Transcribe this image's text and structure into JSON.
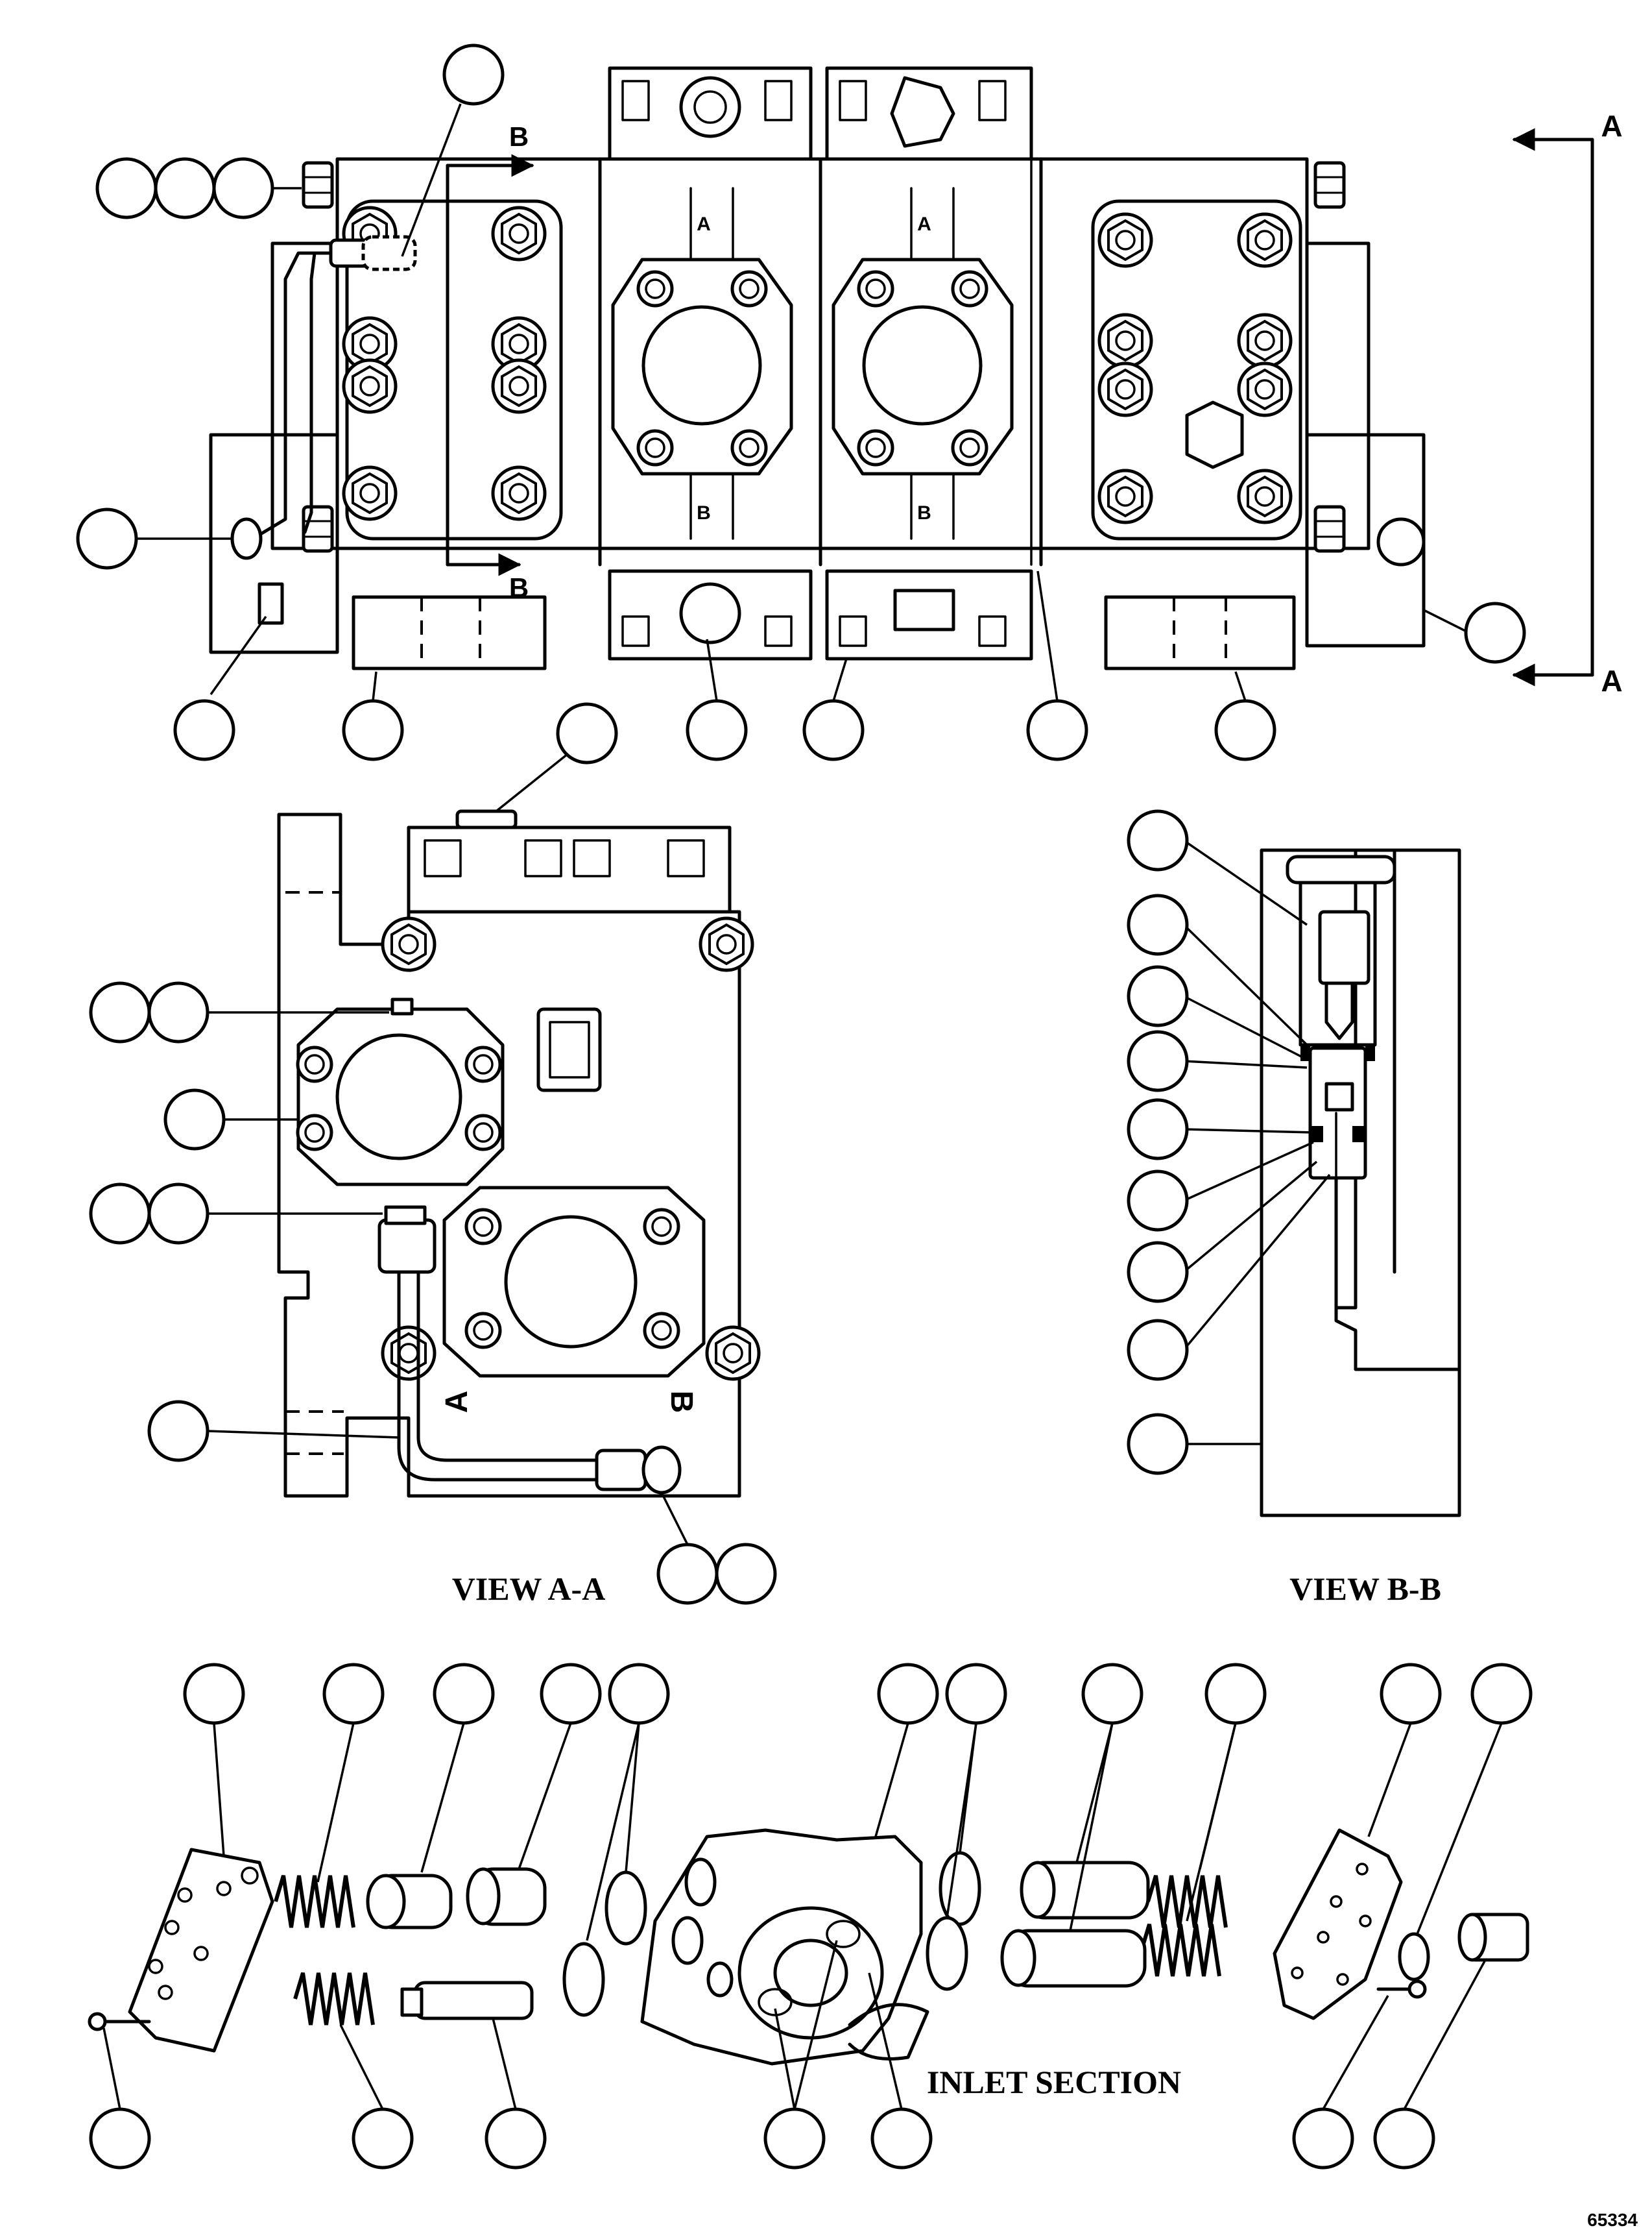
{
  "top_view": {
    "section_letter_a": "A",
    "section_letter_b": "B",
    "port_a": "A",
    "port_b": "B"
  },
  "view_aa": {
    "caption": "VIEW A-A",
    "port_a": "A",
    "port_b": "B"
  },
  "view_bb": {
    "caption": "VIEW B-B"
  },
  "inlet": {
    "caption": "INLET SECTION"
  },
  "drawing_number": "65334"
}
